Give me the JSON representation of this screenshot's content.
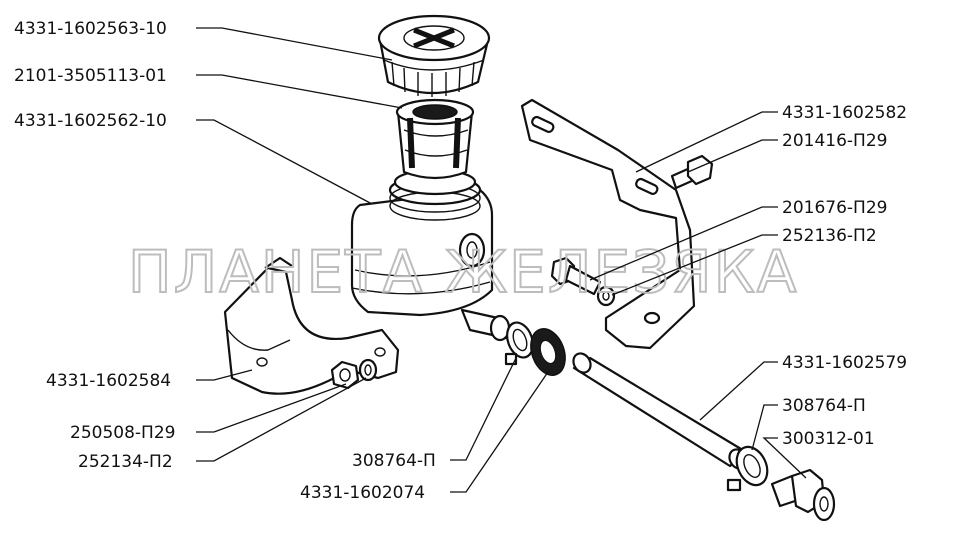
{
  "watermark": "ПЛАНЕТА ЖЕЛЕЗЯКА",
  "labels": {
    "cap": "4331-1602563-10",
    "filter": "2101-3505113-01",
    "reservoir": "4331-1602562-10",
    "bracket_right": "4331-1602582",
    "bolt_top": "201416-П29",
    "bolt_mid": "201676-П29",
    "washer_mid": "252136-П2",
    "bracket_left": "4331-1602584",
    "nut_left": "250508-П29",
    "washer_left": "252134-П2",
    "clamp_center": "308764-П",
    "nut_center": "4331-1602074",
    "hose": "4331-1602579",
    "clamp_right": "308764-П",
    "fitting": "300312-01"
  }
}
